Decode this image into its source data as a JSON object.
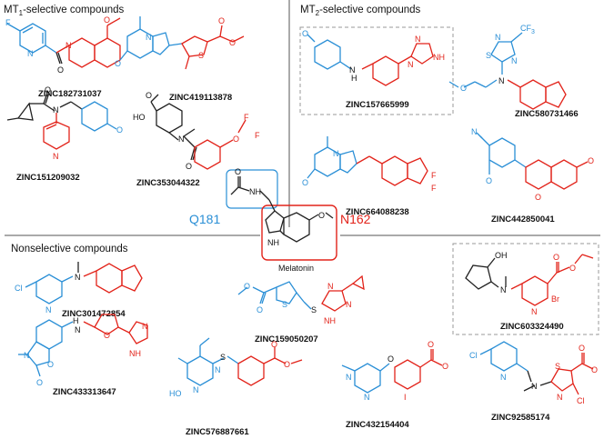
{
  "sections": {
    "mt1_title": "MT",
    "mt1_sub": "1",
    "mt1_rest": "-selective compounds",
    "mt2_title": "MT",
    "mt2_sub": "2",
    "mt2_rest": "-selective compounds",
    "nonselective_title": "Nonselective compounds"
  },
  "center": {
    "melatonin_label": "Melatonin",
    "residue_left": "Q181",
    "residue_right": "N162"
  },
  "compounds": {
    "c1": "ZINC182731037",
    "c2": "ZINC419113878",
    "c3": "ZINC151209032",
    "c4": "ZINC353044322",
    "c5": "ZINC157665999",
    "c6": "ZINC580731466",
    "c7": "ZINC664088238",
    "c8": "ZINC442850041",
    "c9": "ZINC301472854",
    "c10": "ZINC159050207",
    "c11": "ZINC603324490",
    "c12": "ZINC433313647",
    "c13": "ZINC576887661",
    "c14": "ZINC432154404",
    "c15": "ZINC92585174"
  },
  "atoms": {
    "F": "F",
    "N": "N",
    "O": "O",
    "HO": "HO",
    "NH": "NH",
    "H": "H",
    "S": "S",
    "Br": "Br",
    "Cl": "Cl",
    "I": "I",
    "OH": "OH",
    "CF3": "CF",
    "three": "3"
  },
  "colors": {
    "blue": "#2a8fd6",
    "red": "#e2231a",
    "dashed_box": "#999999",
    "divider": "#555555"
  }
}
